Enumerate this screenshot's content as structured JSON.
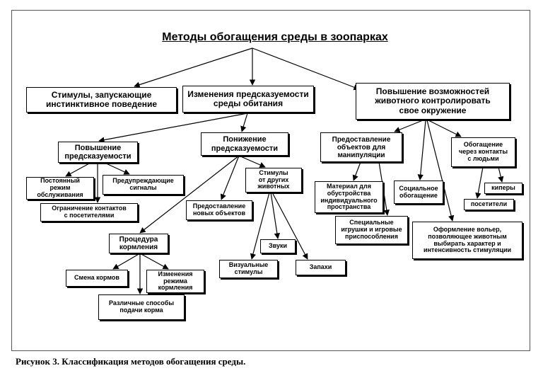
{
  "title": "Методы обогащения среды в зоопарках",
  "caption": "Рисунок 3. Классификация методов обогащения среды.",
  "nodes": {
    "stimuli_instinct": "Стимулы, запускающие\nинстинктивное поведение",
    "predictability_change": "Изменения предсказуемости\nсреды обитания",
    "control_increase": "Повышение возможностей\nживотного контролировать\nсвое окружение",
    "predictability_up": "Повышение\nпредсказуемости",
    "predictability_down": "Понижение\nпредсказуемости",
    "constant_regime": "Постоянный\nрежим\nобслуживания",
    "warning_signals": "Предупреждающие\nсигналы",
    "limit_contacts": "Ограничение контактов\nс посетителями",
    "new_objects": "Предоставление\nновых объектов",
    "other_animal_stimuli": "Стимулы\nот других\nживотных",
    "feeding_procedure": "Процедура\nкормления",
    "feed_change": "Смена кормов",
    "feeding_regime_change": "Изменения\nрежима\nкормления",
    "feed_methods": "Различные способы\nподачи корма",
    "sounds": "Звуки",
    "visual_stimuli": "Визуальные\nстимулы",
    "smells": "Запахи",
    "manipulation_objects": "Предоставление\nобъектов для\nманипуляции",
    "individual_space_material": "Материал для\nобустройства\nиндивидуального\nпространства",
    "special_toys": "Специальные\nигрушки и игровые\nприспособления",
    "social_enrichment": "Социальное\nобогащение",
    "human_contacts": "Обогащение\nчерез контакты\nс людьми",
    "keepers": "киперы",
    "visitors": "посетители",
    "enclosure_design": "Оформление вольер,\nпозволяющее животным\nвыбирать характер и\nинтенсивность стимуляции"
  }
}
